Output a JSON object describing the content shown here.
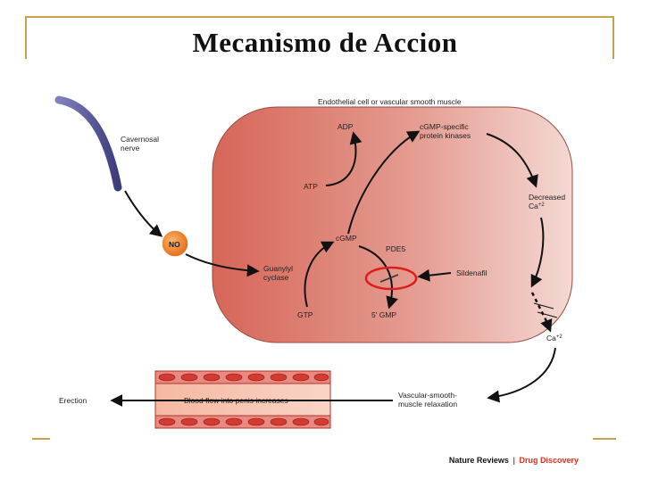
{
  "slide": {
    "title": "Mecanismo de Accion"
  },
  "diagram": {
    "header": "Endothelial cell or vascular smooth muscle",
    "cavernosal_nerve": [
      "Cavernosal",
      "nerve"
    ],
    "no_label": "NO",
    "guanylyl_cyclase": [
      "Guanylyl",
      "cyclase"
    ],
    "gtp": "GTP",
    "cgmp": "cGMP",
    "atp": "ATP",
    "adp": "ADP",
    "kinases": [
      "cGMP-specific",
      "protein kinases"
    ],
    "decreased_ca": [
      "Decreased",
      "Ca"
    ],
    "ca_sup": "+2",
    "pde5": "PDE5",
    "five_gmp": "5' GMP",
    "sildenafil": "Sildenafil",
    "ca_out": "Ca",
    "ca_out_sup": "+2",
    "relaxation": [
      "Vascular-smooth-",
      "muscle relaxation"
    ],
    "blood_flow": "Blood flow into penis increases",
    "erection": "Erection"
  },
  "credit": {
    "journal": "Nature Reviews",
    "separator": "|",
    "section": "Drug Discovery"
  },
  "colors": {
    "frame": "#c8a24a",
    "cell_dark": "#d86b5e",
    "cell_light": "#f2d3cf",
    "no_circle": "#f08a2a",
    "nerve": "#5b5b9a",
    "highlight_ellipse": "#e11b1b"
  }
}
